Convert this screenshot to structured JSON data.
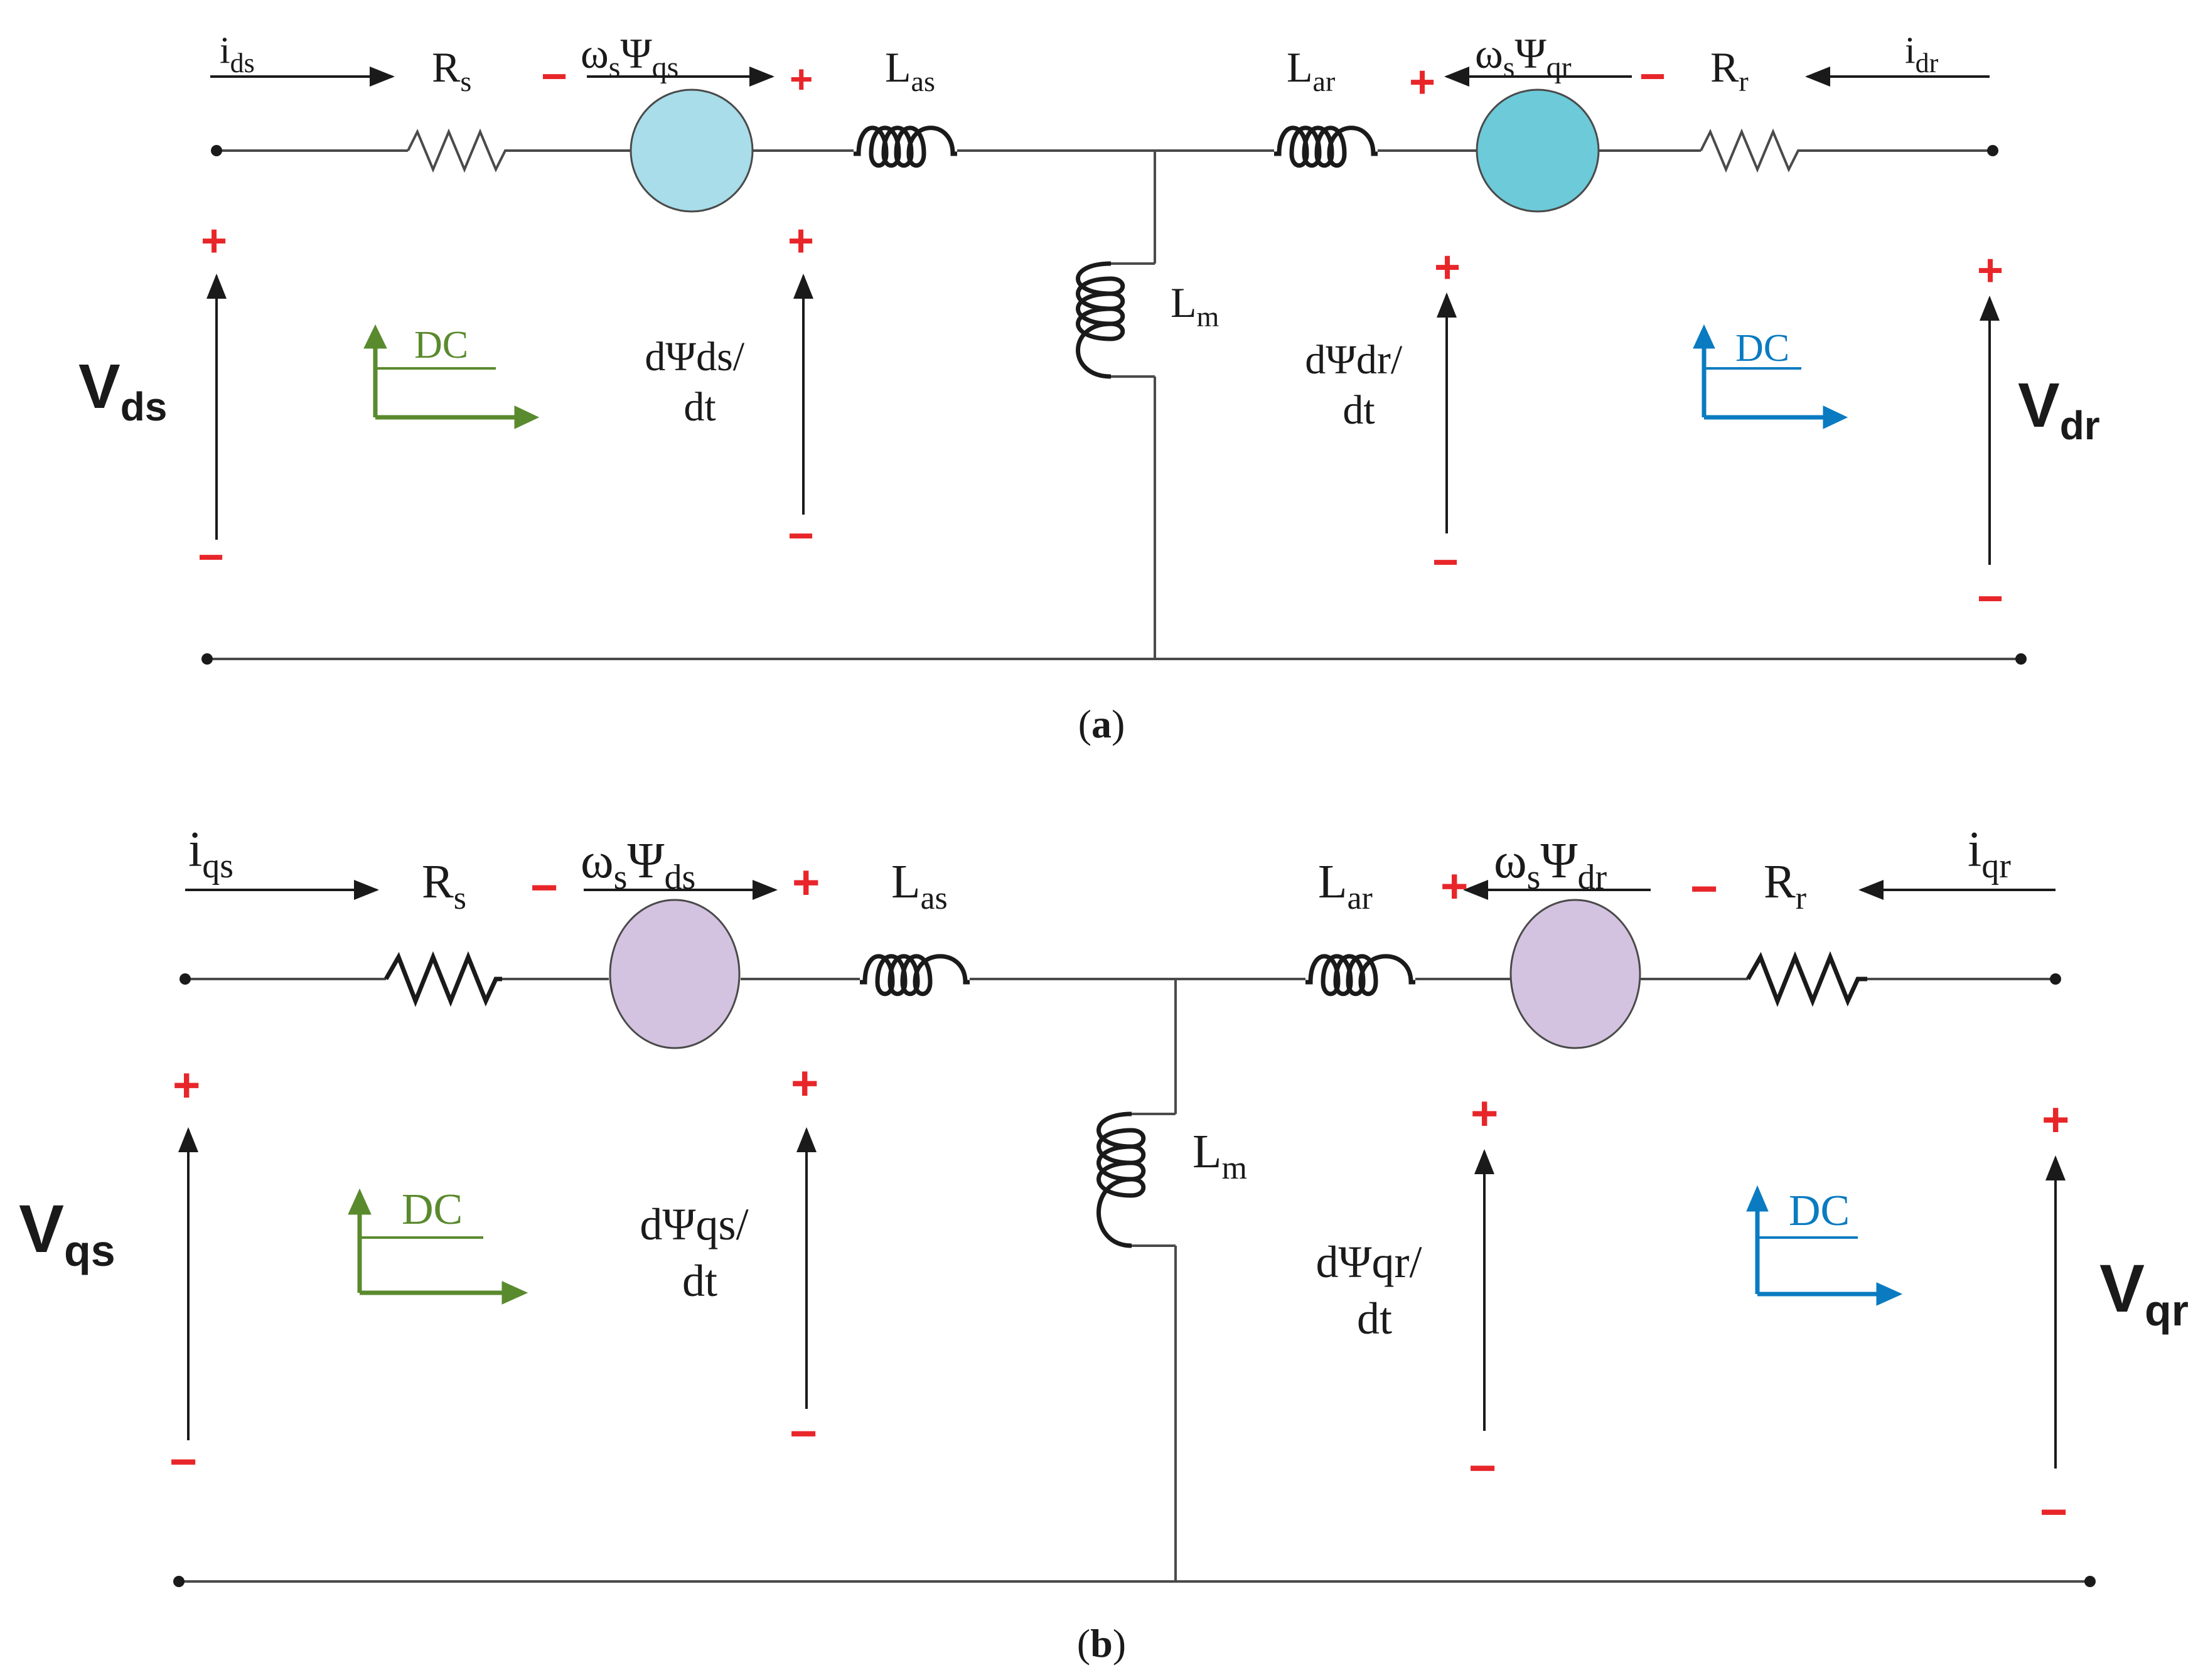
{
  "colors": {
    "wire": "#4a4a4a",
    "sign": "#e8262a",
    "source_a": "#a8dde9",
    "source_a_dr": "#6ccad9",
    "source_b": "#d3c3e0",
    "dc_green": "#5a8a2e",
    "dc_blue": "#0a7bc1"
  },
  "panels": [
    {
      "caption_open": "(",
      "caption_letter": "a",
      "caption_close": ")",
      "v_left": {
        "main": "V",
        "sub": "ds"
      },
      "v_right": {
        "main": "V",
        "sub": "dr"
      },
      "i_left": {
        "main": "i",
        "sub": "ds"
      },
      "i_right": {
        "main": "i",
        "sub": "dr"
      },
      "rs": {
        "main": "R",
        "sub": "s"
      },
      "rr": {
        "main": "R",
        "sub": "r"
      },
      "las": {
        "main": "L",
        "sub": "as"
      },
      "lar": {
        "main": "L",
        "sub": "ar"
      },
      "lm": {
        "main": "L",
        "sub": "m"
      },
      "emf_left": {
        "omega": "ω",
        "omega_sub": "s",
        "psi": "Ψ",
        "psi_sub": "qs"
      },
      "emf_right": {
        "omega": "ω",
        "omega_sub": "s",
        "psi": "Ψ",
        "psi_sub": "qr"
      },
      "flux_left": [
        "dΨds/",
        "dt"
      ],
      "flux_right": [
        "dΨdr/",
        "dt"
      ],
      "dc_left": "DC",
      "dc_right": "DC",
      "plus": "+",
      "minus": "−"
    },
    {
      "caption_open": "(",
      "caption_letter": "b",
      "caption_close": ")",
      "v_left": {
        "main": "V",
        "sub": "qs"
      },
      "v_right": {
        "main": "V",
        "sub": "qr"
      },
      "i_left": {
        "main": "i",
        "sub": "qs"
      },
      "i_right": {
        "main": "i",
        "sub": "qr"
      },
      "rs": {
        "main": "R",
        "sub": "s"
      },
      "rr": {
        "main": "R",
        "sub": "r"
      },
      "las": {
        "main": "L",
        "sub": "as"
      },
      "lar": {
        "main": "L",
        "sub": "ar"
      },
      "lm": {
        "main": "L",
        "sub": "m"
      },
      "emf_left": {
        "omega": "ω",
        "omega_sub": "s",
        "psi": "Ψ",
        "psi_sub": "ds"
      },
      "emf_right": {
        "omega": "ω",
        "omega_sub": "s",
        "psi": "Ψ",
        "psi_sub": "dr"
      },
      "flux_left": [
        "dΨqs/",
        "dt"
      ],
      "flux_right": [
        "dΨqr/",
        "dt"
      ],
      "dc_left": "DC",
      "dc_right": "DC",
      "plus": "+",
      "minus": "−"
    }
  ]
}
